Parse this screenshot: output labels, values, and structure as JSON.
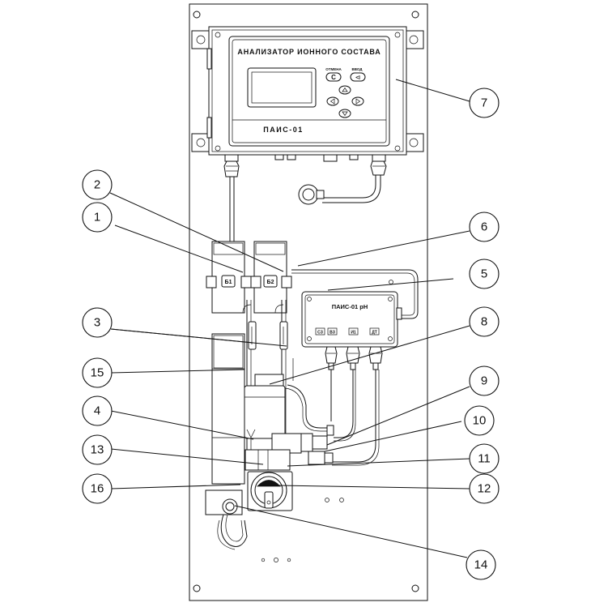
{
  "analyzer": {
    "title": "АНАЛИЗАТОР ИОННОГО СОСТАВА",
    "model": "ПАИС-01",
    "btn_cancel_label": "ОТМЕНА",
    "btn_enter_label": "ВВОД",
    "btn_cancel_glyph": "С",
    "btn_enter_glyph": "⊲"
  },
  "junction_box": {
    "title": "ПАИС-01 pH",
    "terminals": [
      "СЗ",
      "ВЗ",
      "И1",
      "ДТ"
    ]
  },
  "vessels": {
    "b1": "Б1",
    "b2": "Б2"
  },
  "callouts": [
    "1",
    "2",
    "3",
    "4",
    "5",
    "6",
    "7",
    "8",
    "9",
    "10",
    "11",
    "12",
    "13",
    "14",
    "15",
    "16"
  ]
}
